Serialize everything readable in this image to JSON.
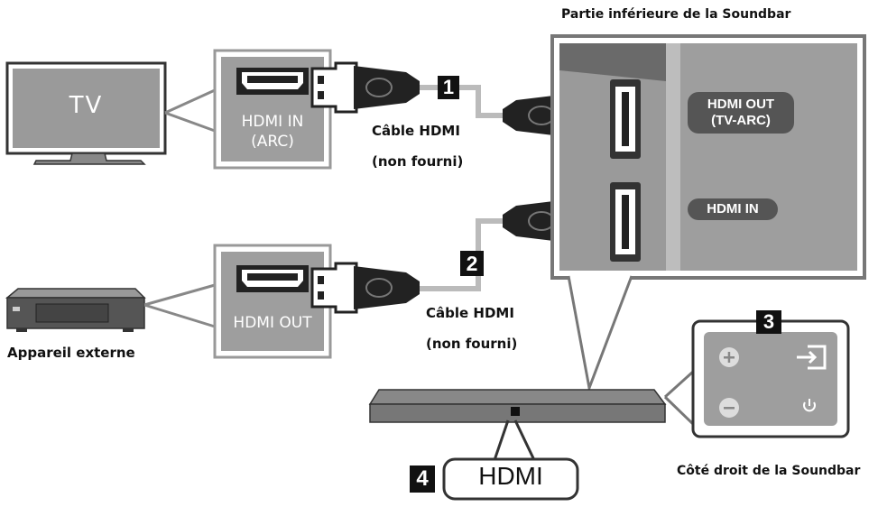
{
  "colors": {
    "frame": "#7a7a7a",
    "panel": "#9e9e9e",
    "dark": "#2a2a2a",
    "cable": "#bdbdbd"
  },
  "tv": {
    "label": "TV"
  },
  "tv_port": {
    "line1": "HDMI IN",
    "line2": "(ARC)"
  },
  "device_port": {
    "label": "HDMI OUT"
  },
  "cable_1": {
    "number": "1",
    "line1": "Câble HDMI",
    "line2": "(non fourni)"
  },
  "cable_2": {
    "number": "2",
    "line1": "Câble HDMI",
    "line2": "(non fourni)"
  },
  "soundbar_bottom": {
    "title": "Partie inférieure de la Soundbar",
    "hdmi_out_line1": "HDMI OUT",
    "hdmi_out_line2": "(TV-ARC)",
    "hdmi_in": "HDMI IN"
  },
  "device": {
    "label": "Appareil externe"
  },
  "soundbar_side": {
    "number": "3",
    "caption": "Côté droit de la Soundbar"
  },
  "display": {
    "number": "4",
    "text": "HDMI"
  }
}
